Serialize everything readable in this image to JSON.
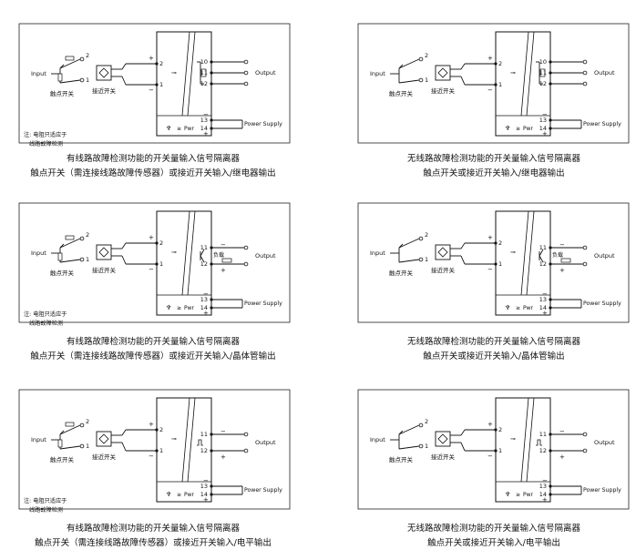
{
  "common": {
    "input": "Input",
    "contact_switch": "触点开关",
    "proximity_switch": "接近开关",
    "output": "Output",
    "power_supply": "Power Supply",
    "pwr": "Pwr",
    "load": "负载",
    "note_line1": "注: 电阻只适应于",
    "note_line2": "线路故障检测",
    "plus": "+",
    "minus": "−"
  },
  "panels": [
    {
      "id": "p1",
      "fault_detect": true,
      "output_type": "relay",
      "terminals_in": [
        "2",
        "1"
      ],
      "terminals_out": [
        "10",
        "11",
        "12"
      ],
      "terminals_pwr": [
        "13",
        "14"
      ],
      "caption_line1": "有线路故障检测功能的开关量输入信号隔离器",
      "caption_line2": "触点开关（需连接线路故障传感器）或接近开关输入/继电器输出"
    },
    {
      "id": "p2",
      "fault_detect": false,
      "output_type": "relay",
      "terminals_in": [
        "2",
        "1"
      ],
      "terminals_out": [
        "10",
        "11",
        "12"
      ],
      "terminals_pwr": [
        "13",
        "14"
      ],
      "caption_line1": "无线路故障检测功能的开关量输入信号隔离器",
      "caption_line2": "触点开关或接近开关输入/继电器输出"
    },
    {
      "id": "p3",
      "fault_detect": true,
      "output_type": "transistor",
      "terminals_in": [
        "2",
        "1"
      ],
      "terminals_out": [
        "11",
        "12"
      ],
      "terminals_pwr": [
        "13",
        "14"
      ],
      "caption_line1": "有线路故障检测功能的开关量输入信号隔离器",
      "caption_line2": "触点开关（需连接线路故障传感器）或接近开关输入/晶体管输出"
    },
    {
      "id": "p4",
      "fault_detect": false,
      "output_type": "transistor",
      "terminals_in": [
        "2",
        "1"
      ],
      "terminals_out": [
        "11",
        "12"
      ],
      "terminals_pwr": [
        "13",
        "14"
      ],
      "caption_line1": "无线路故障检测功能的开关量输入信号隔离器",
      "caption_line2": "触点开关或接近开关输入/晶体管输出"
    },
    {
      "id": "p5",
      "fault_detect": true,
      "output_type": "level",
      "terminals_in": [
        "2",
        "1"
      ],
      "terminals_out": [
        "11",
        "12"
      ],
      "terminals_pwr": [
        "13",
        "14"
      ],
      "caption_line1": "有线路故障检测功能的开关量输入信号隔离器",
      "caption_line2": "触点开关（需连接线路故障传感器）或接近开关输入/电平输出"
    },
    {
      "id": "p6",
      "fault_detect": false,
      "output_type": "level",
      "terminals_in": [
        "2",
        "1"
      ],
      "terminals_out": [
        "11",
        "12"
      ],
      "terminals_pwr": [
        "13",
        "14"
      ],
      "caption_line1": "无线路故障检测功能的开关量输入信号隔离器",
      "caption_line2": "触点开关或接近开关输入/电平输出"
    }
  ]
}
